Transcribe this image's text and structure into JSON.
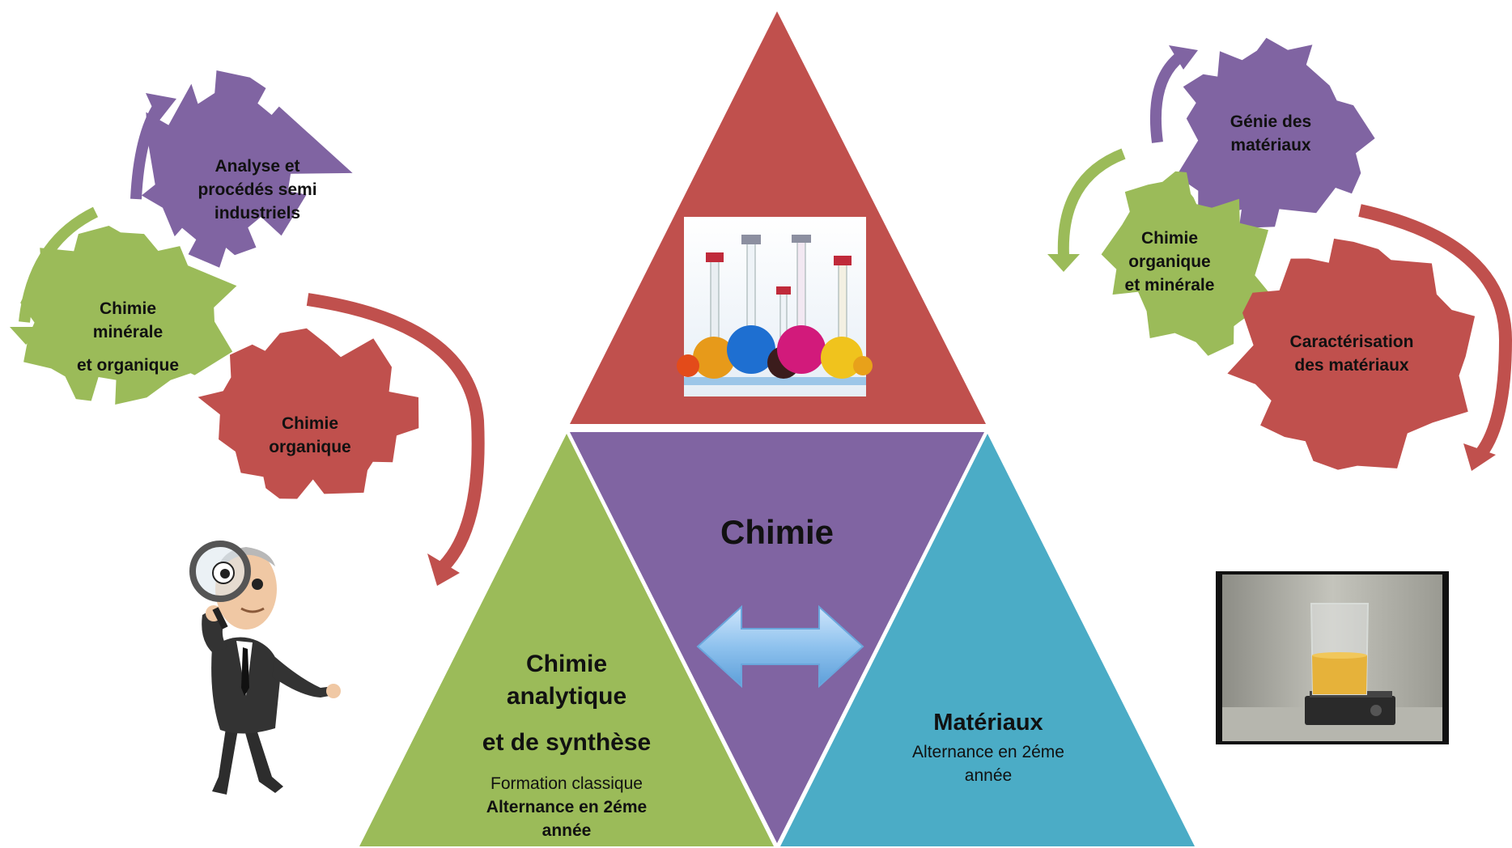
{
  "colors": {
    "red": "#c0504d",
    "purple": "#8064a2",
    "green": "#9bbb59",
    "blue": "#4bacc6",
    "arrow_blue": "#8fc2ee",
    "text": "#111111"
  },
  "pyramid": {
    "center_title": "Chimie",
    "left": {
      "title_line1": "Chimie",
      "title_line2": "analytique",
      "title_line3": "et de synthèse",
      "line1": "Formation classique",
      "line2": "Alternance en 2éme",
      "line3": "année"
    },
    "right": {
      "title": "Matériaux",
      "line1": "Alternance en 2éme",
      "line2": "année"
    },
    "top_image_icon": "chemistry-flasks-photo",
    "center_arrow_icon": "double-headed-arrow-icon"
  },
  "left_gears": {
    "purple": {
      "line1": "Analyse et",
      "line2": "procédés semi",
      "line3": "industriels"
    },
    "green": {
      "line1": "Chimie",
      "line2": "minérale",
      "line3": "et organique"
    },
    "red": {
      "line1": "Chimie",
      "line2": "organique"
    }
  },
  "right_gears": {
    "purple": {
      "line1": "Génie des",
      "line2": "matériaux"
    },
    "green": {
      "line1": "Chimie",
      "line2": "organique",
      "line3": "et minérale"
    },
    "red": {
      "line1": "Caractérisation",
      "line2": "des matériaux"
    }
  },
  "decor": {
    "man_icon": "businessman-with-magnifier",
    "beaker_icon": "beaker-on-hotplate-photo"
  }
}
